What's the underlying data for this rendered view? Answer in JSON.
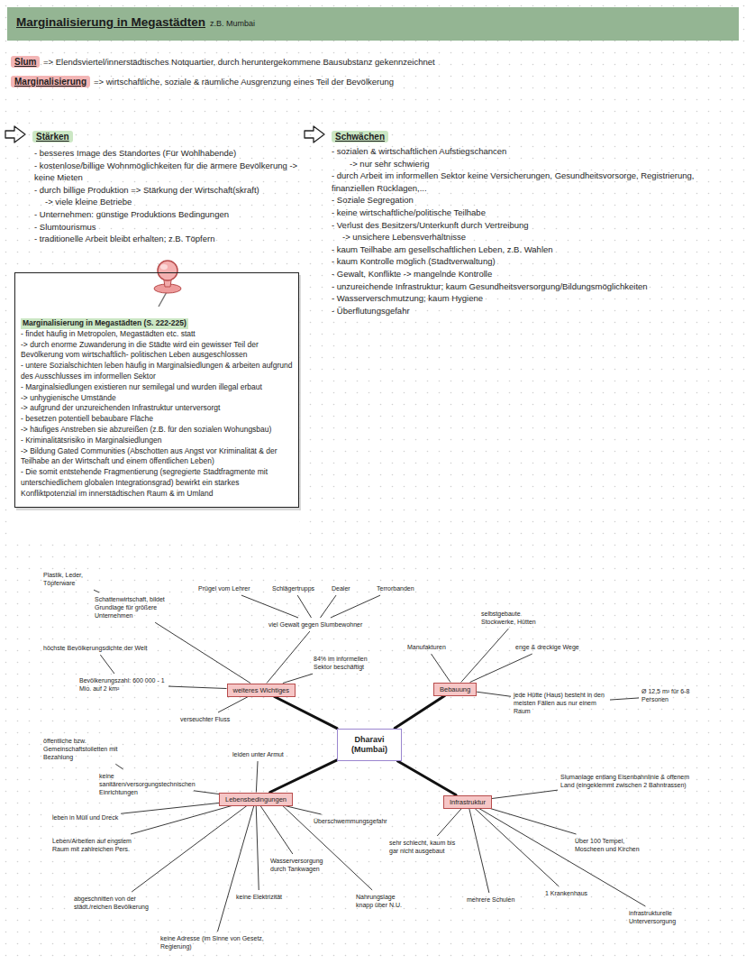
{
  "diagram": {
    "nodes": [
      {
        "text": [
          "Marginalisierung in Megastädten",
          "z.B. Mumbai"
        ]
      },
      {
        "text": [
          "Slum"
        ]
      },
      {
        "text": [
          "Marginalisierung"
        ]
      },
      {
        "text": [
          "Stärken"
        ]
      },
      {
        "text": [
          "Schwächen"
        ]
      },
      {
        "text": [
          "Marginalisierung in Megastädten (S. 222-225)",
          "- findet häufig in Metropolen, Megastädten etc. statt",
          "-> durch enorme Zuwanderung in die Städte wird ein gewisser Teil der Bevölkerung vom wirtschaftlich- politischen Leben ausgeschlossen",
          "- untere Sozialschichten leben häufig in Marginalsiedlungen & arbeiten aufgrund des Ausschlusses im informellen Sektor",
          "- Marginalsiedlungen existieren nur semilegal und wurden illegal erbaut",
          "-> unhygienische Umstände",
          "-> aufgrund der unzureichenden Infrastruktur unterversorgt",
          "- besetzen potentiell bebaubare Fläche",
          "-> häufiges Anstreben sie abzureißen (z.B. für den sozialen Wohungsbau)",
          "- Kriminalitätsrisiko in Marginalsiedlungen",
          "-> Bildung Gated Communities (Abschotten aus Angst vor Kriminalität & der Teilhabe an der Wirtschaft und einem öffentlichen Leben)",
          "- Die somit entstehende Fragmentierung (segregierte Stadtfragmente mit unterschiedlichem globalen Integrationsgrad) bewirkt ein starkes Konfliktpotenzial im innerstädtischen Raum & im Umland"
        ]
      },
      {
        "text": [
          "Dharavi (Mumbai)"
        ]
      },
      {
        "text": [
          "weiteres Wichtiges"
        ]
      },
      {
        "text": [
          "Bebauung"
        ]
      },
      {
        "text": [
          "Lebensbedingungen"
        ]
      },
      {
        "text": [
          "Infrastruktur"
        ]
      }
    ],
    "edges": [
      {
        "from": 6,
        "to": 7,
        "arrow": "none"
      },
      {
        "from": 6,
        "to": 8,
        "arrow": "none"
      },
      {
        "from": 6,
        "to": 9,
        "arrow": "none"
      },
      {
        "from": 6,
        "to": 10,
        "arrow": "none"
      }
    ],
    "labels": [
      "=> Elendsviertel/innerstädtisches Notquartier, durch heruntergekommene Bausubstanz gekennzeichnet",
      "=> wirtschaftliche, soziale & räumliche Ausgrenzung eines Teil der Bevölkerung",
      "- besseres Image des Standortes (Für Wohlhabende)",
      "- kostenlose/billige Wohnmöglichkeiten für die ärmere Bevölkerung -> keine Mieten",
      "- durch billige Produktion => Stärkung der Wirtschaft(skraft)",
      "-> viele kleine Betriebe",
      "- Unternehmen: günstige Produktions Bedingungen",
      "- Slumtourismus",
      "- traditionelle Arbeit bleibt erhalten; z.B. Töpfern",
      "- sozialen & wirtschaftlichen Aufstiegschancen",
      "-> nur sehr schwierig",
      "- durch Arbeit im informellen Sektor keine Versicherungen, Gesundheitsvorsorge, Registrierung, finanziellen Rücklagen,...",
      "- Soziale Segregation",
      "- keine wirtschaftliche/politische Teilhabe",
      "- Verlust des Besitzers/Unterkunft durch Vertreibung",
      "-> unsichere Lebensverhältnisse",
      "- kaum Teilhabe am gesellschaftlichen Leben, z.B. Wahlen",
      "- kaum Kontrolle möglich (Stadtverwaltung)",
      "- Gewalt, Konflikte -> mangelnde Kontrolle",
      "- unzureichende Infrastruktur; kaum Gesundheitsversorgung/Bildungsmöglichkeiten",
      "- Wasserverschmutzung; kaum Hygiene",
      "- Überflutungsgefahr",
      "Plastik, Leder, Töpferware",
      "Prügel vom Lehrer",
      "Schlägertrupps",
      "Dealer",
      "Terrorbanden",
      "Schattenwirtschaft, bildet Grundlage für größere Unternehmen",
      "viel Gewalt gegen Slumbewohner",
      "selbstgebaute Stockwerke, Hütten",
      "höchste Bevölkerungsdichte der Welt",
      "Manufakturen",
      "enge & dreckige Wege",
      "84% im informellen Sektor beschäftigt",
      "Bevölkerungszahl: 600 000 - 1 Mio. auf 2 km²",
      "jede Hütte (Haus) besteht in den meisten Fällen aus nur einem Raum",
      "Ø 12,5 m² für 6-8 Personen",
      "verseuchter Fluss",
      "öffentliche bzw. Gemeinschaftstoiletten mit Bezahlung",
      "leiden unter Armut",
      "keine sanitären/versorgungstechnischen Einrichtungen",
      "Slumanlage entlang Eisenbahnlinie & offenem Land (eingeklemmt zwischen 2 Bahntrassen)",
      "leben in Müll und Dreck",
      "Überschwemmungsgefahr",
      "Leben/Arbeiten auf engstem Raum mit zahlreichen Pers.",
      "Über 100 Tempel, Moscheen und Kirchen",
      "sehr schlecht, kaum bis gar nicht ausgebaut",
      "Wasserversorgung durch Tankwagen",
      "1 Krankenhaus",
      "keine Elektrizität",
      "Nahrungslage knapp über N.U.",
      "mehrere Schulen",
      "abgeschnitten von der städt./reichen Bevölkerung",
      "infrastrukturelle Unterversorgung",
      "keine Adresse (im Sinne von Gesetz, Regierung)"
    ]
  }
}
